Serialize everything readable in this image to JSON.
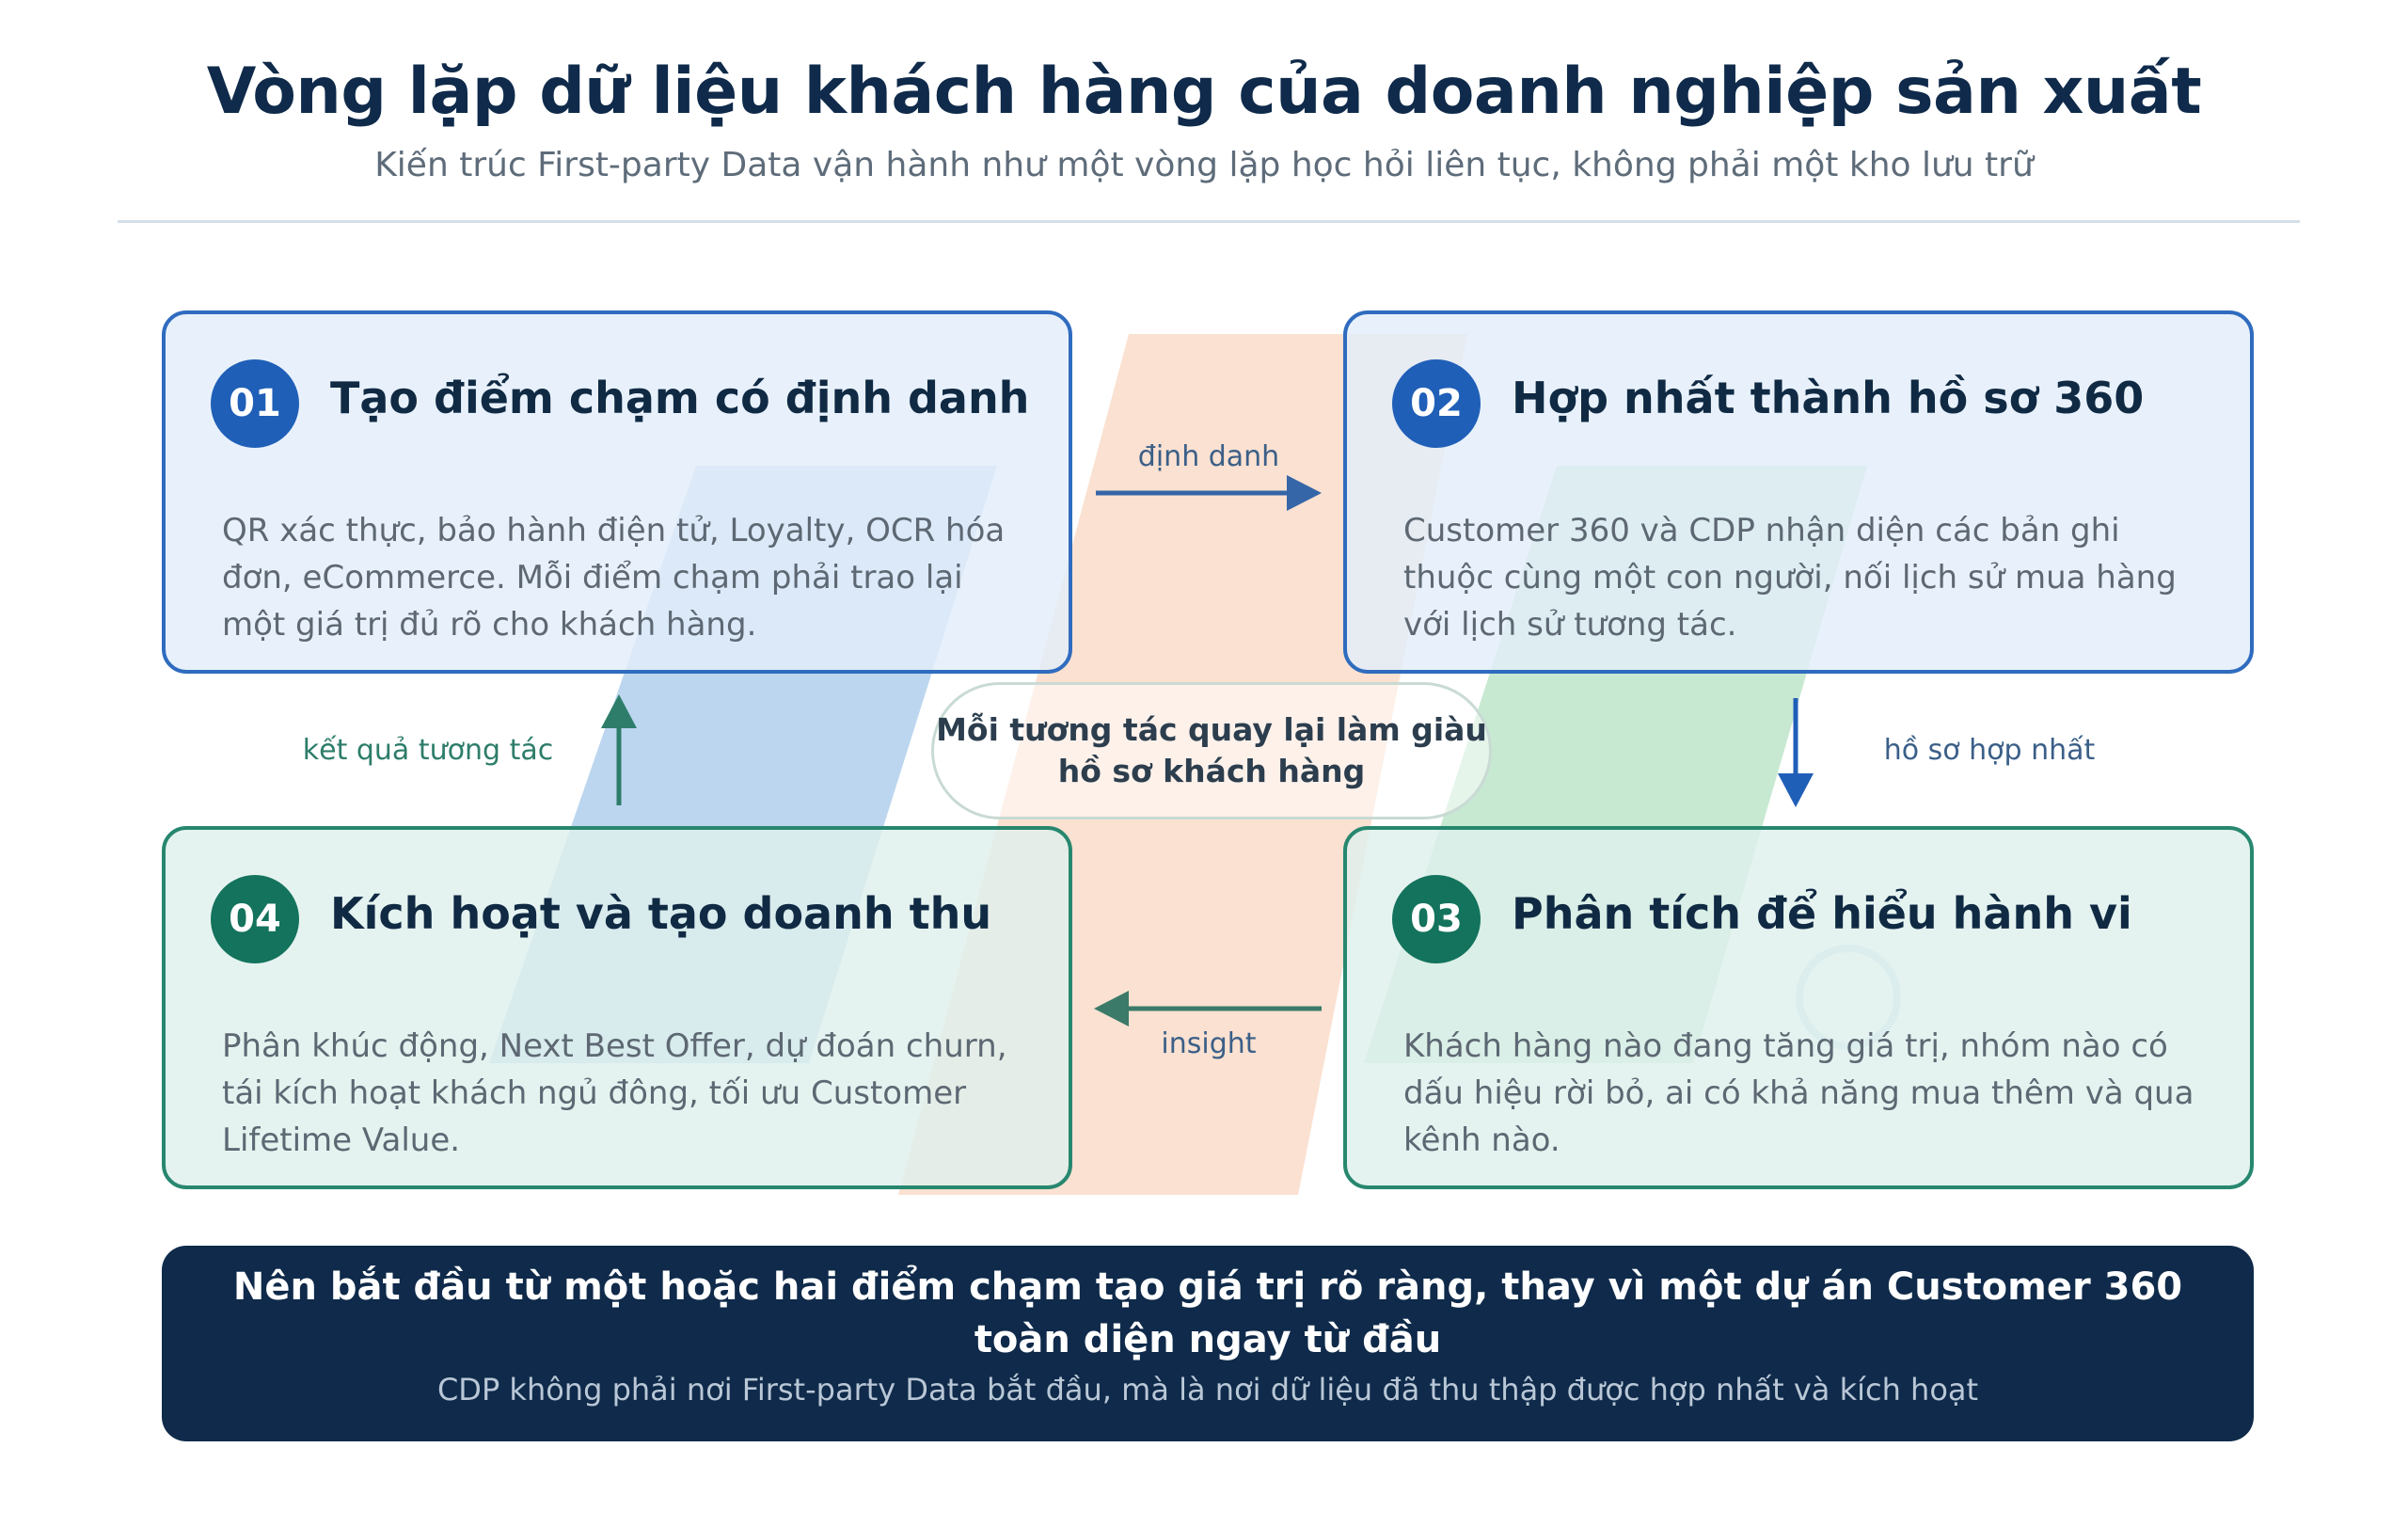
{
  "header": {
    "title": "Vòng lặp dữ liệu khách hàng của doanh nghiệp sản xuất",
    "subtitle": "Kiến trúc First-party Data vận hành như một vòng lặp học hỏi liên tục, không phải một kho lưu trữ"
  },
  "steps": [
    {
      "number": "01",
      "title": "Tạo điểm chạm có định danh",
      "body": "QR xác thực, bảo hành điện tử, Loyalty, OCR hóa đơn, eCommerce. Mỗi điểm chạm phải trao lại một giá trị đủ rõ cho khách hàng.",
      "theme": "blue"
    },
    {
      "number": "02",
      "title": "Hợp nhất thành hồ sơ 360",
      "body": "Customer 360 và CDP nhận diện các bản ghi thuộc cùng một con người, nối lịch sử mua hàng với lịch sử tương tác.",
      "theme": "blue"
    },
    {
      "number": "03",
      "title": "Phân tích để hiểu hành vi",
      "body": "Khách hàng nào đang tăng giá trị, nhóm nào có dấu hiệu rời bỏ, ai có khả năng mua thêm và qua kênh nào.",
      "theme": "green"
    },
    {
      "number": "04",
      "title": "Kích hoạt và tạo doanh thu",
      "body": "Phân khúc động, Next Best Offer, dự đoán churn, tái kích hoạt khách ngủ đông, tối ưu Customer Lifetime Value.",
      "theme": "green"
    }
  ],
  "connectors": {
    "top": "định danh",
    "right": "hồ sơ hợp nhất",
    "bottom": "insight",
    "left": "kết quả tương tác"
  },
  "center_note": "Mỗi tương tác quay lại làm giàu hồ sơ khách hàng",
  "footer": {
    "title": "Nên bắt đầu từ một hoặc hai điểm chạm tạo giá trị rõ ràng, thay vì một dự án Customer 360 toàn diện ngay từ đầu",
    "subtitle": "CDP không phải nơi First-party Data bắt đầu, mà là nơi dữ liệu đã thu thập được hợp nhất và kích hoạt"
  },
  "colors": {
    "navy": "#0f2a4a",
    "blue_accent": "#1f5fb8",
    "green_accent": "#13735c"
  }
}
